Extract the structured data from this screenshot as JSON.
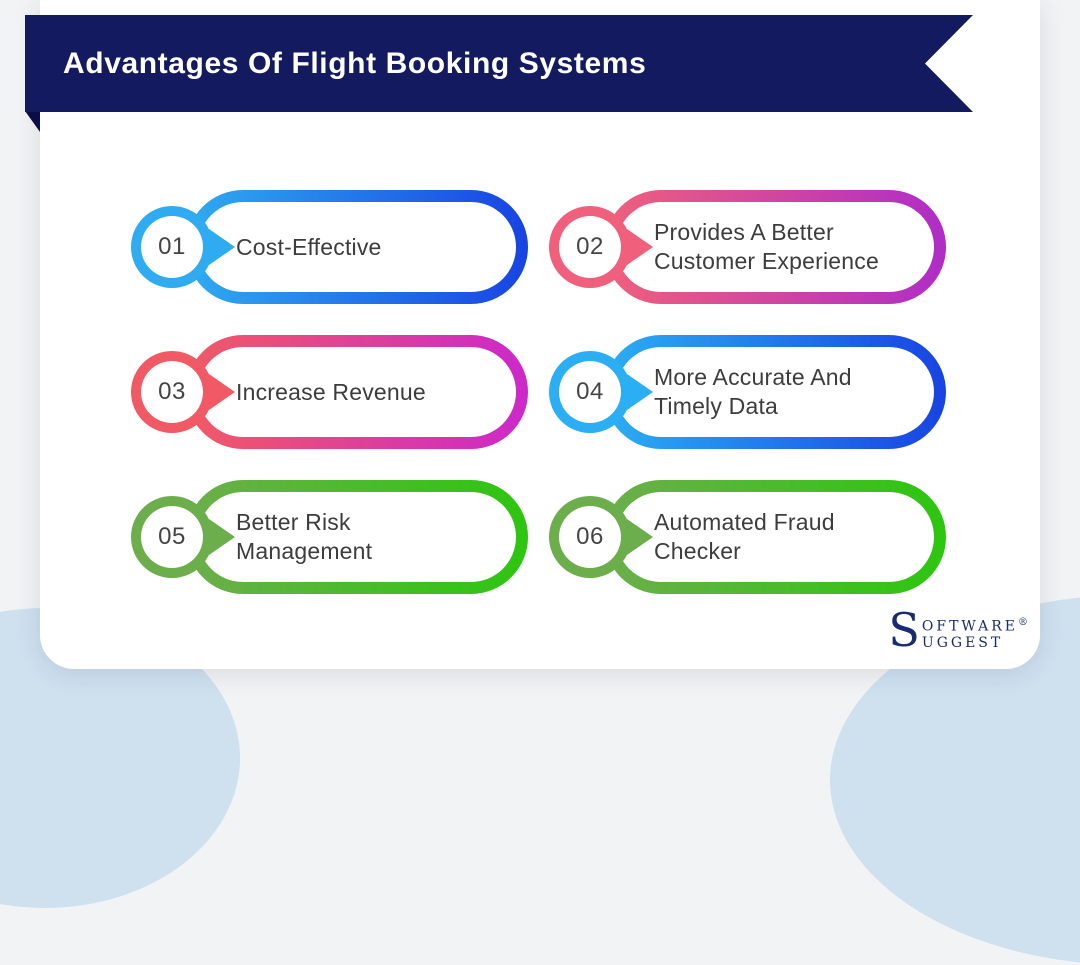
{
  "page": {
    "background_color": "#F2F3F5",
    "card_color": "#FFFFFF",
    "corner_shape_color": "#CFE0EF"
  },
  "header": {
    "title": "Advantages Of Flight Booking Systems",
    "banner_color": "#141A60",
    "fold_color": "#0A0E45",
    "text_color": "#FFFFFF"
  },
  "items": [
    {
      "number": "01",
      "label": "Cost-Effective",
      "color_start": "#2FABF1",
      "color_end": "#1843E2"
    },
    {
      "number": "02",
      "label": "Provides A Better\nCustomer Experience",
      "color_start": "#F0607C",
      "color_end": "#AF2CC7"
    },
    {
      "number": "03",
      "label": "Increase Revenue",
      "color_start": "#F15A64",
      "color_end": "#CC28CA"
    },
    {
      "number": "04",
      "label": "More Accurate And\nTimely Data",
      "color_start": "#2BAEF3",
      "color_end": "#1843E2"
    },
    {
      "number": "05",
      "label": "Better Risk\nManagement",
      "color_start": "#6CAE4B",
      "color_end": "#2CC60F"
    },
    {
      "number": "06",
      "label": "Automated Fraud\nChecker",
      "color_start": "#6CAE4B",
      "color_end": "#2CC60F"
    }
  ],
  "logo": {
    "initial": "S",
    "line1": "OFTWARE",
    "line2": "UGGEST",
    "registered": "®",
    "color": "#1B2C6E"
  }
}
